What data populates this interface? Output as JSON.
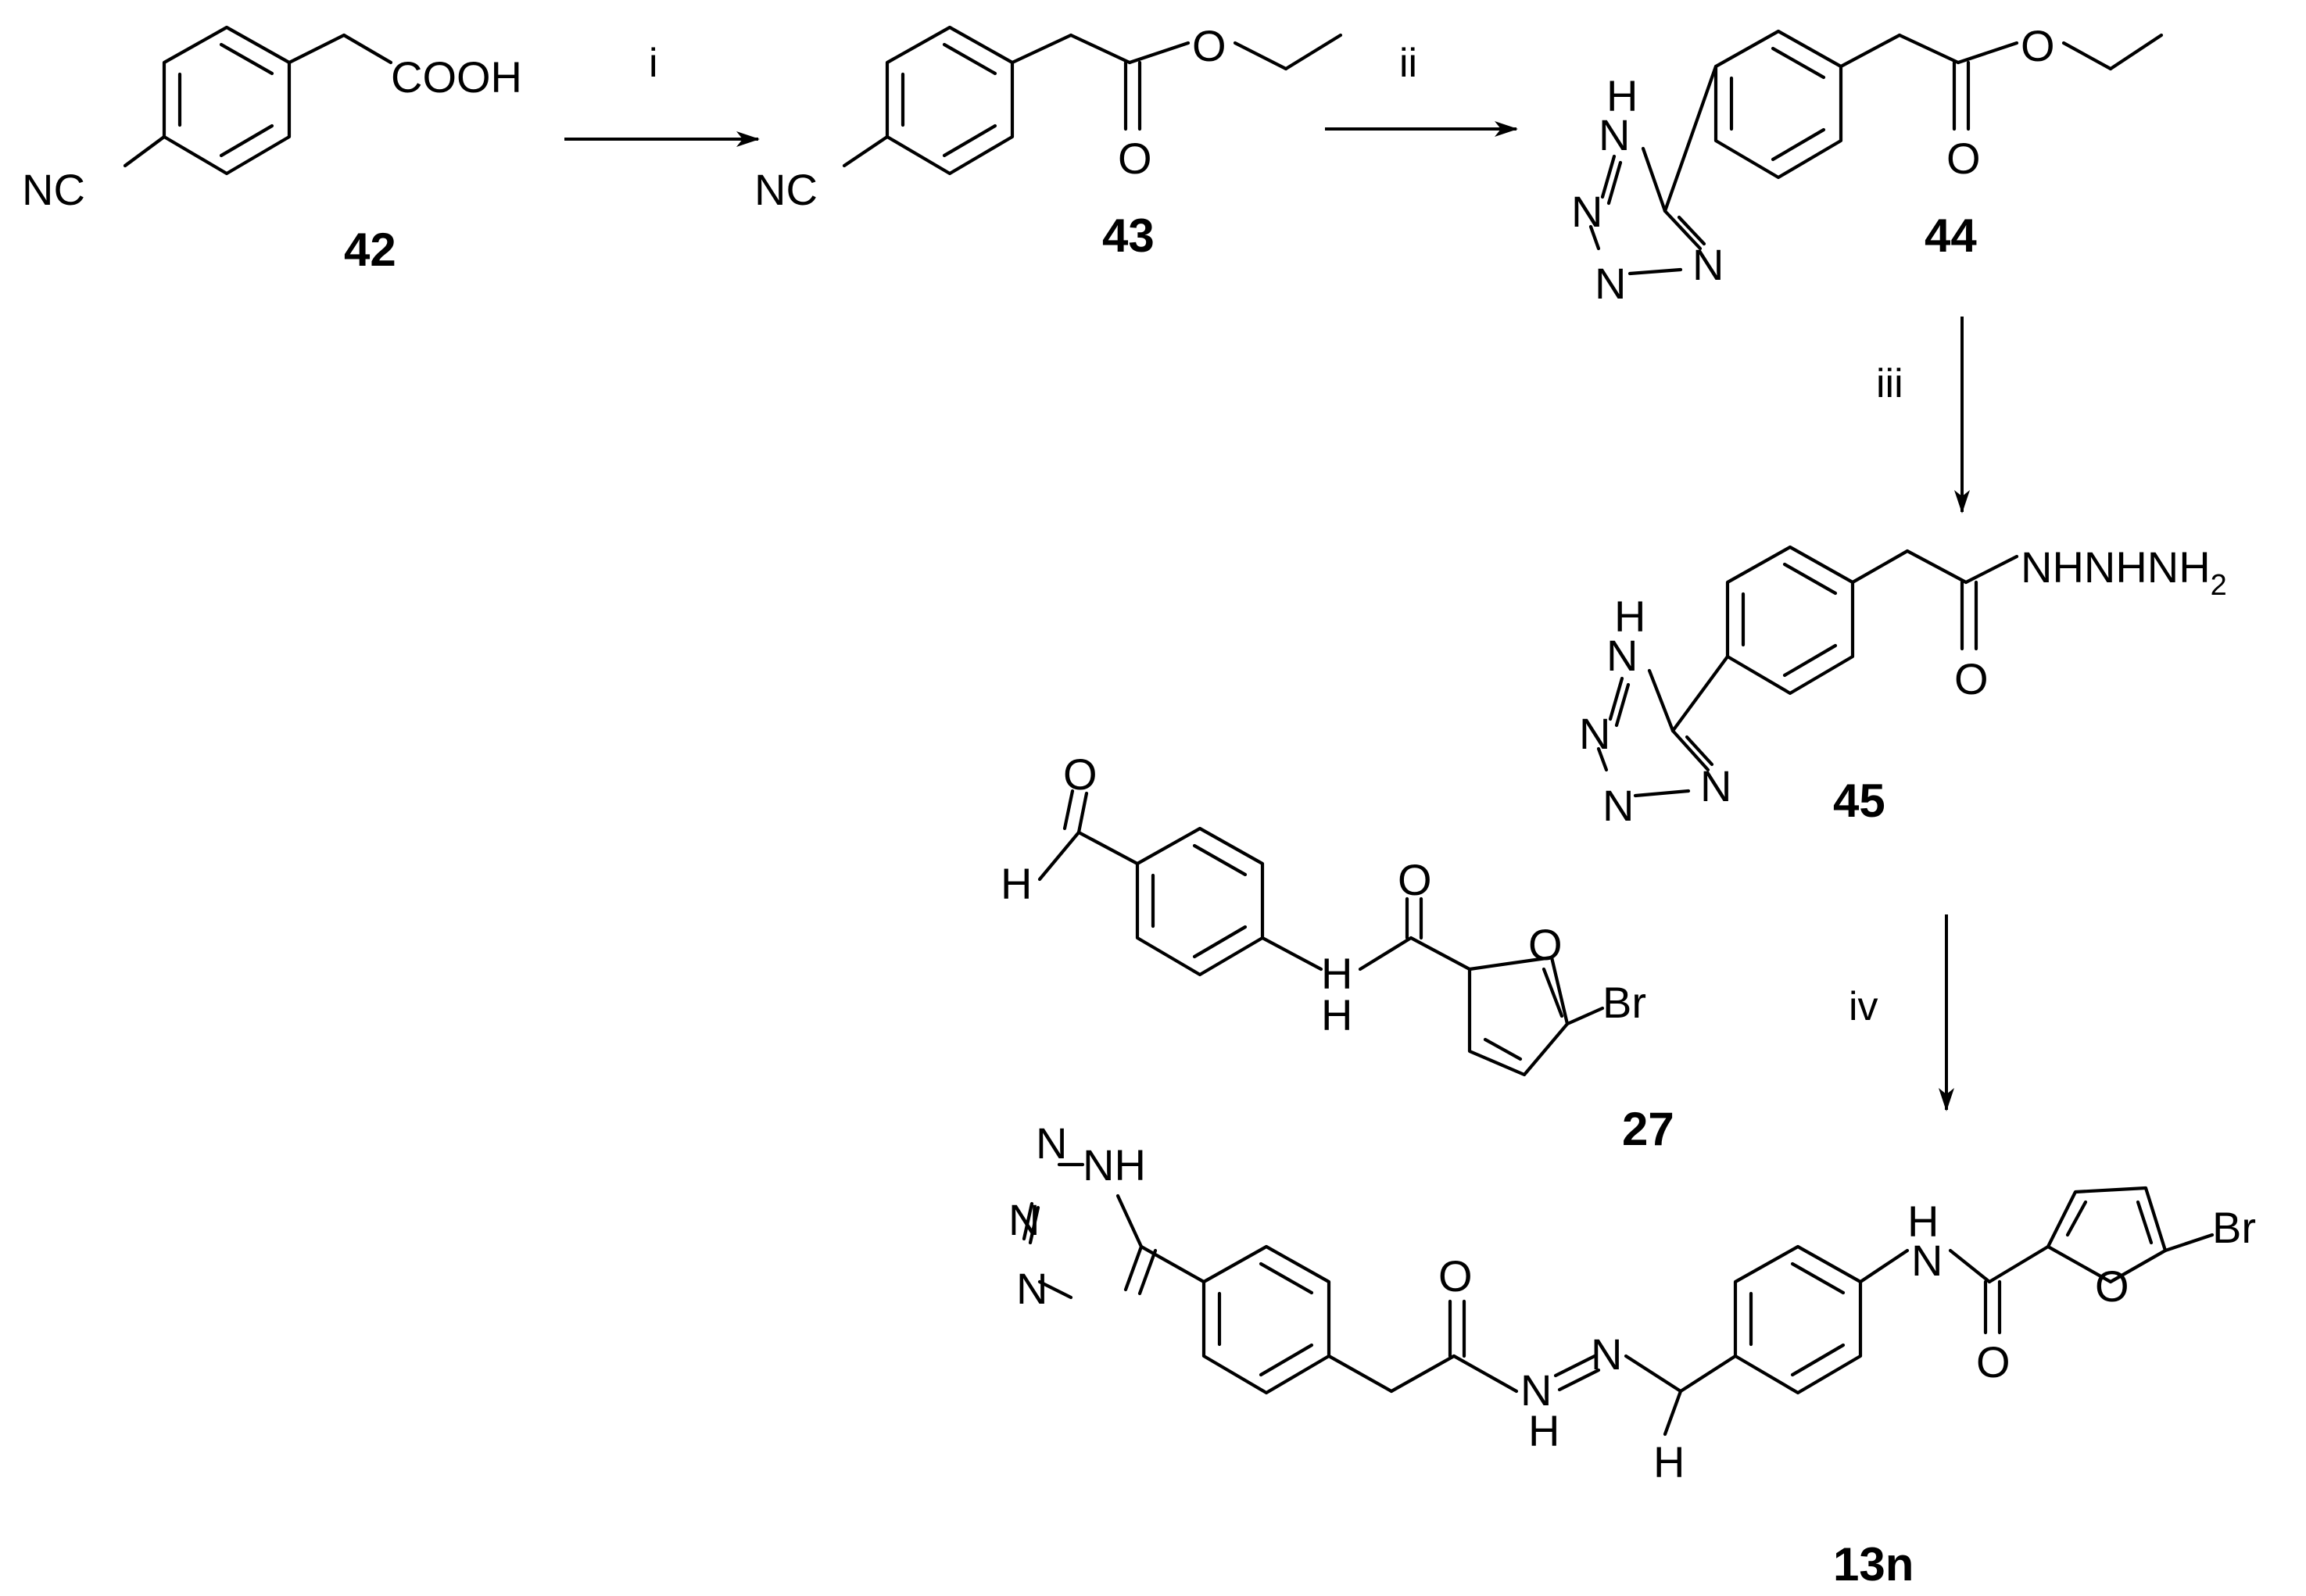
{
  "compounds": {
    "c42": "42",
    "c43": "43",
    "c44": "44",
    "c45": "45",
    "c27": "27",
    "c13n": "13n"
  },
  "steps": {
    "s1": "i",
    "s2": "ii",
    "s3": "iii",
    "s4": "iv"
  },
  "atoms": {
    "cooh": "COOH",
    "nc": "NC",
    "o": "O",
    "n": "N",
    "h": "H",
    "nh": "NH",
    "nhnh": "NHNH",
    "sub2": "2",
    "br": "Br"
  }
}
